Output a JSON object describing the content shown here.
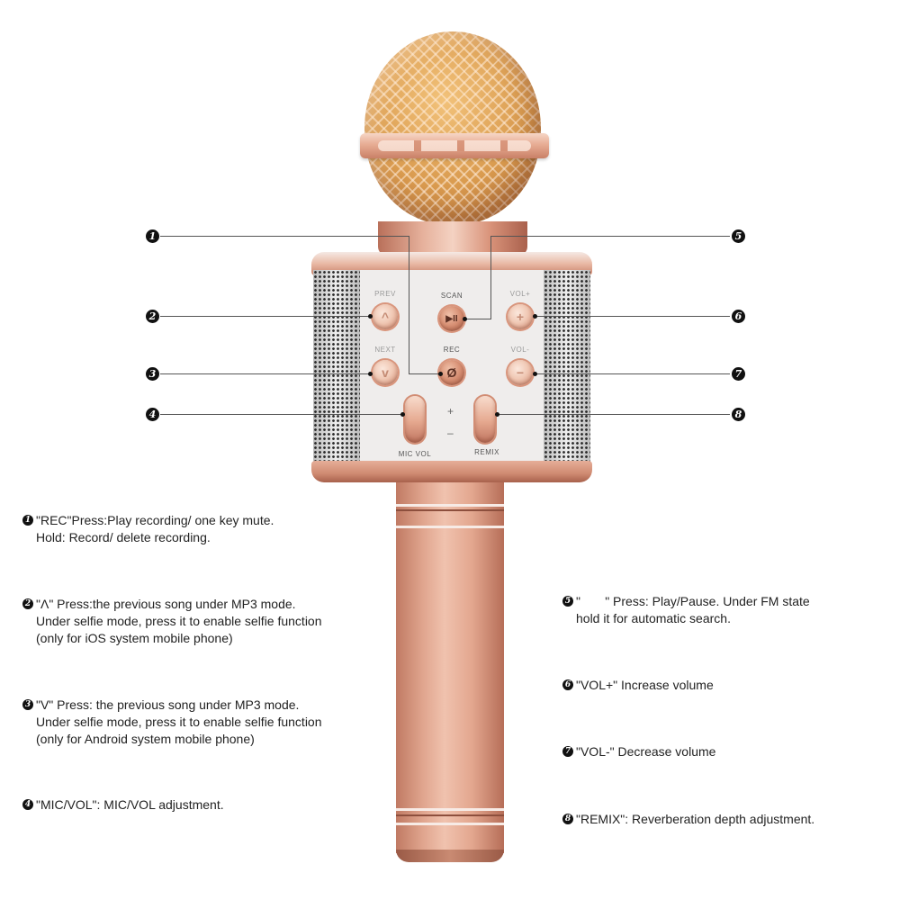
{
  "product": {
    "name": "rose-gold karaoke microphone",
    "accent_color": "#e0a58e",
    "mesh_color": "#d99a4e",
    "panel_color": "#efedec"
  },
  "buttons": {
    "prev": {
      "label": "PREV",
      "glyph": "^"
    },
    "next": {
      "label": "NEXT",
      "glyph": "v"
    },
    "scan": {
      "label": "SCAN",
      "glyph": "▶II"
    },
    "rec": {
      "label": "REC",
      "glyph": "Ø"
    },
    "vol_plus": {
      "label": "VOL+",
      "glyph": "+"
    },
    "vol_minus": {
      "label": "VOL-",
      "glyph": "−"
    },
    "mic_vol": {
      "label": "MIC VOL"
    },
    "remix": {
      "label": "REMIX"
    },
    "plus_sign": "+",
    "minus_sign": "–"
  },
  "callouts": [
    {
      "num": "1"
    },
    {
      "num": "2"
    },
    {
      "num": "3"
    },
    {
      "num": "4"
    },
    {
      "num": "5"
    },
    {
      "num": "6"
    },
    {
      "num": "7"
    },
    {
      "num": "8"
    }
  ],
  "descriptions": {
    "d1": {
      "num": "1",
      "lines": [
        "\"REC\"Press:Play recording/ one key mute.",
        "Hold: Record/ delete recording."
      ]
    },
    "d2": {
      "num": "2",
      "lines": [
        "\"Λ\" Press:the previous song under MP3 mode.",
        "Under selfie mode, press it to enable selfie function",
        "(only for iOS system mobile phone)"
      ]
    },
    "d3": {
      "num": "3",
      "lines": [
        "\"V\" Press: the previous song under MP3 mode.",
        "Under selfie mode, press it to enable selfie function",
        "(only for Android system mobile phone)"
      ]
    },
    "d4": {
      "num": "4",
      "lines": [
        "\"MIC/VOL\": MIC/VOL adjustment."
      ]
    },
    "d5": {
      "num": "5",
      "lines": [
        "\"       \" Press: Play/Pause. Under FM state",
        "hold it for automatic search."
      ]
    },
    "d6": {
      "num": "6",
      "lines": [
        "\"VOL+\" Increase volume"
      ]
    },
    "d7": {
      "num": "7",
      "lines": [
        "\"VOL-\" Decrease volume"
      ]
    },
    "d8": {
      "num": "8",
      "lines": [
        "\"REMIX\": Reverberation depth adjustment."
      ]
    }
  }
}
